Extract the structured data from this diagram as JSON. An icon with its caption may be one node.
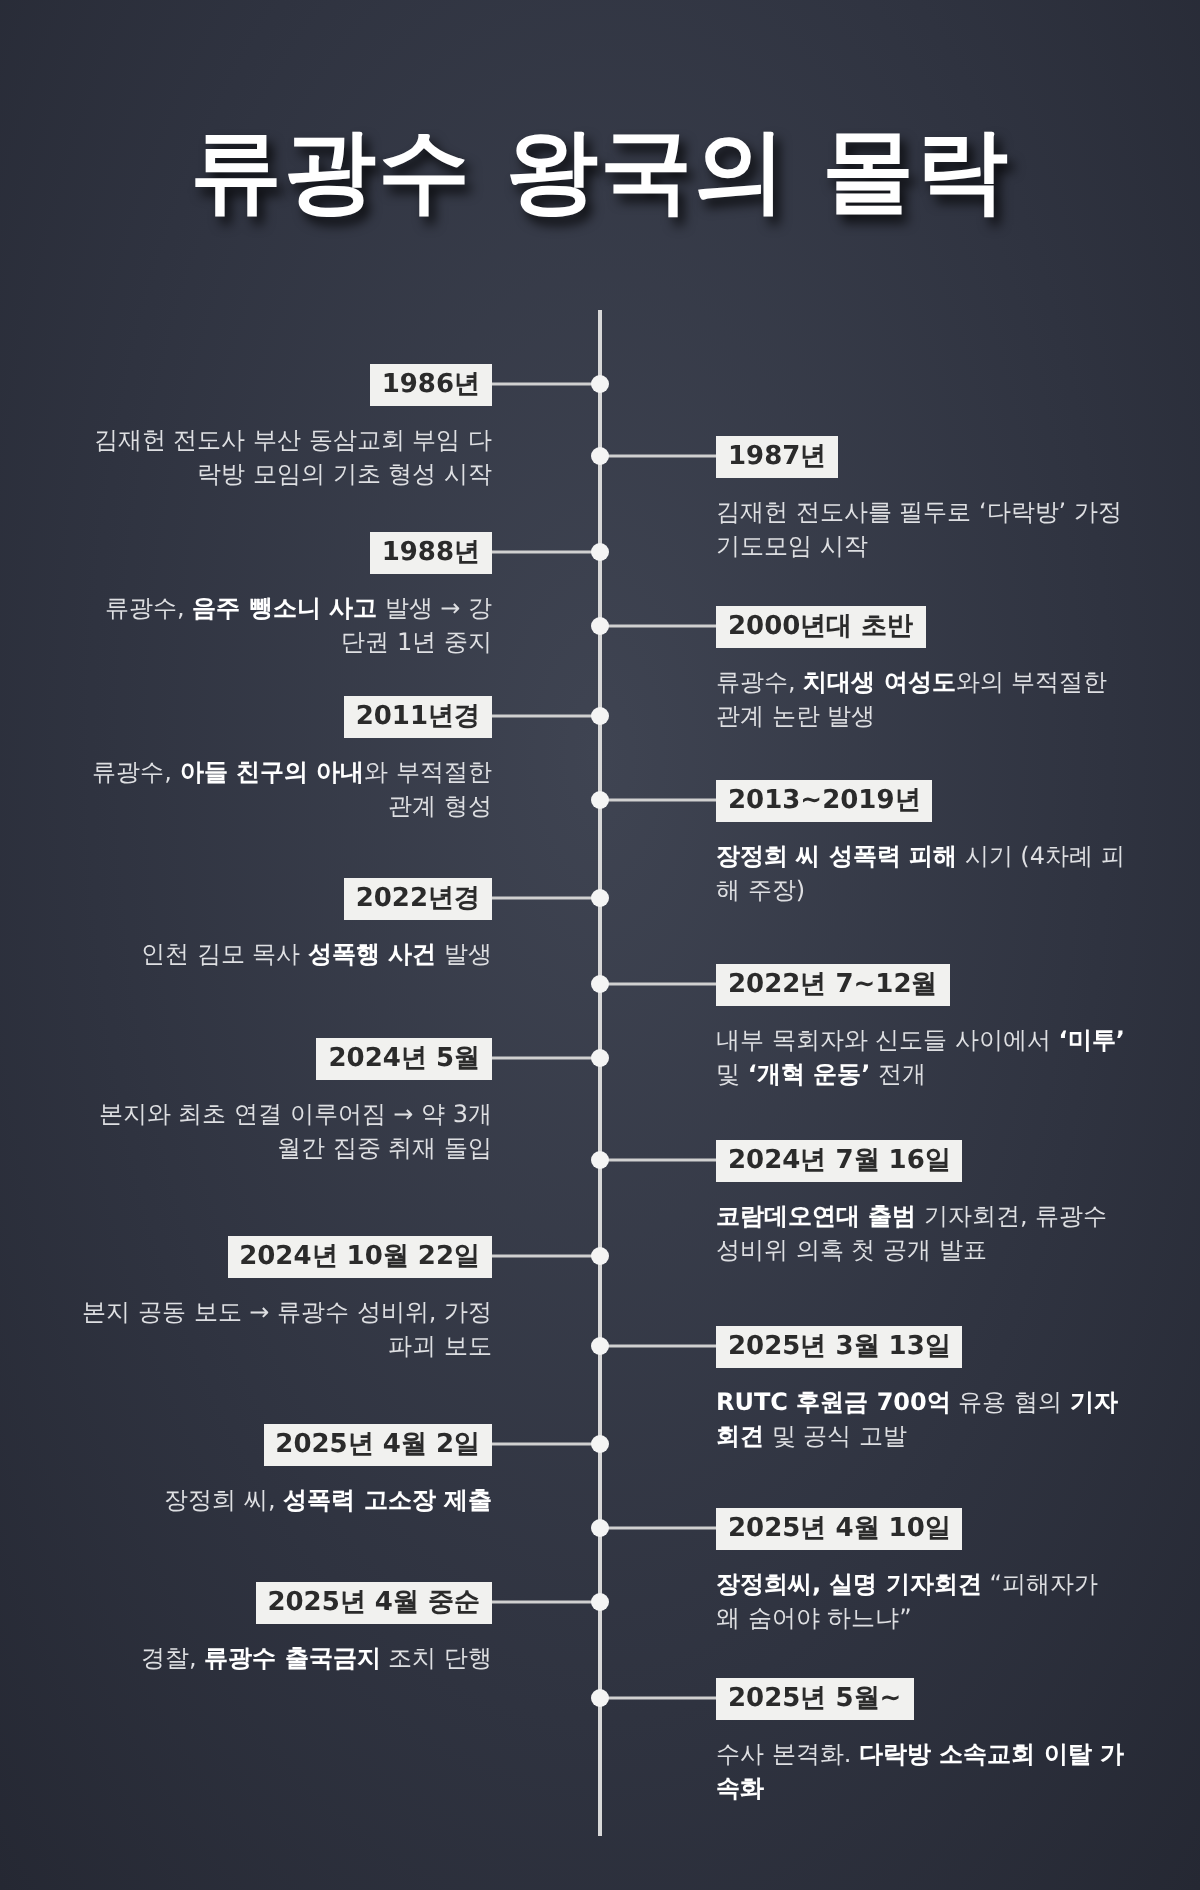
{
  "diagram": {
    "title": "류광수 왕국의 몰락",
    "nodes": [
      {
        "text": [
          "1986년"
        ],
        "beside": [
          "김재헌 전도사 부산 동삼교회 부임 다락방 모임의 기초 형성 시작"
        ]
      },
      {
        "text": [
          "1987년"
        ],
        "beside": [
          "김재헌 전도사를 필두로 ‘다락방’ 가정 기도모임 시작"
        ]
      },
      {
        "text": [
          "1988년"
        ],
        "beside": [
          "류광수, **음주 뺑소니 사고** 발생 → 강단권 1년 중지"
        ]
      },
      {
        "text": [
          "2000년대 초반"
        ],
        "beside": [
          "류광수, **치대생 여성도**와의 부적절한 관계 논란 발생"
        ]
      },
      {
        "text": [
          "2011년경"
        ],
        "beside": [
          "류광수, **아들 친구의 아내**와 부적절한 관계 형성"
        ]
      },
      {
        "text": [
          "2013~2019년"
        ],
        "beside": [
          "**장정희 씨 성폭력 피해** 시기 (4차례 피해 주장)"
        ]
      },
      {
        "text": [
          "2022년경"
        ],
        "beside": [
          "인천 김모 목사 **성폭행 사건** 발생"
        ]
      },
      {
        "text": [
          "2022년 7~12월"
        ],
        "beside": [
          "내부 목회자와 신도들 사이에서 **‘미투’** 및 **‘개혁 운동’** 전개"
        ]
      },
      {
        "text": [
          "2024년 5월"
        ],
        "beside": [
          "본지와 최초 연결 이루어짐 → 약 3개월간 집중 취재 돌입"
        ]
      },
      {
        "text": [
          "2024년 7월 16일"
        ],
        "beside": [
          "**코람데오연대 출범** 기자회견, 류광수 성비위 의혹 첫 공개 발표"
        ]
      },
      {
        "text": [
          "2024년 10월 22일"
        ],
        "beside": [
          "본지 공동 보도 → 류광수 성비위, 가정파괴 보도"
        ]
      },
      {
        "text": [
          "2025년 3월 13일"
        ],
        "beside": [
          "**RUTC 후원금 700억** 유용 혐의 **기자회견** 및 공식 고발"
        ]
      },
      {
        "text": [
          "2025년 4월 2일"
        ],
        "beside": [
          "장정희 씨, **성폭력 고소장 제출**"
        ]
      },
      {
        "text": [
          "2025년 4월 10일"
        ],
        "beside": [
          "**장정희씨, 실명 기자회견** “피해자가 왜 숨어야 하느냐”"
        ]
      },
      {
        "text": [
          "2025년 4월 중순"
        ],
        "beside": [
          "경찰, **류광수 출국금지** 조치 단행"
        ]
      },
      {
        "text": [
          "2025년 5월~"
        ],
        "beside": [
          "수사 본격화. **다락방 소속교회 이탈 가속화**"
        ]
      }
    ]
  }
}
